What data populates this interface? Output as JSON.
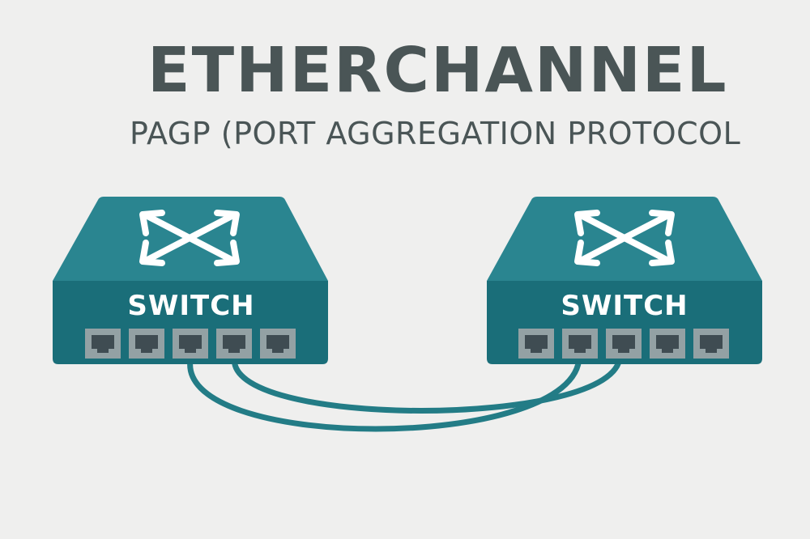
{
  "title": "ETHERCHANNEL",
  "subtitle": "PAGP (PORT AGGREGATION PROTOCOL",
  "colors": {
    "background": "#efefee",
    "text": "#4a5556",
    "switch_top": "#2a8590",
    "switch_front": "#1a6e79",
    "port_frame": "#93a1a4",
    "port_socket": "#3f4c52",
    "cable": "#237c86",
    "icon": "#ffffff"
  },
  "switches": [
    {
      "id": "left",
      "label": "SWITCH",
      "ports": 5
    },
    {
      "id": "right",
      "label": "SWITCH",
      "ports": 5
    }
  ],
  "links": [
    {
      "from": "left-port-3",
      "to": "right-port-2"
    },
    {
      "from": "left-port-4",
      "to": "right-port-3"
    }
  ]
}
